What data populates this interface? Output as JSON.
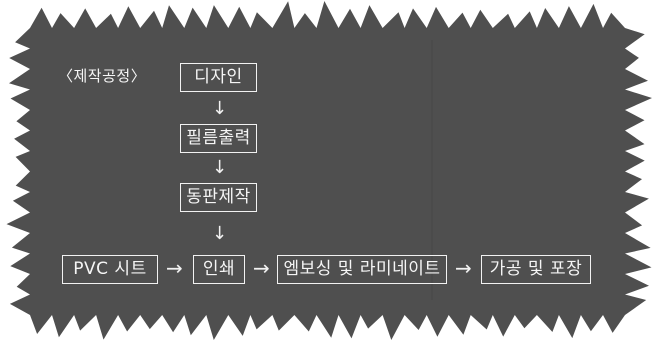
{
  "section_label": "〈제작공정〉",
  "steps": {
    "design": "디자인",
    "film": "필름출력",
    "copper": "동판제작",
    "pvc": "PVC 시트",
    "print": "인쇄",
    "emboss": "엠보싱 및 라미네이트",
    "finish": "가공 및 포장"
  },
  "connectors": {
    "down": "↓",
    "right": "→"
  },
  "colors": {
    "panel": "#4f4f4f",
    "box_border": "#f2f2f2",
    "text": "#f5f5f5",
    "background": "#ffffff"
  }
}
